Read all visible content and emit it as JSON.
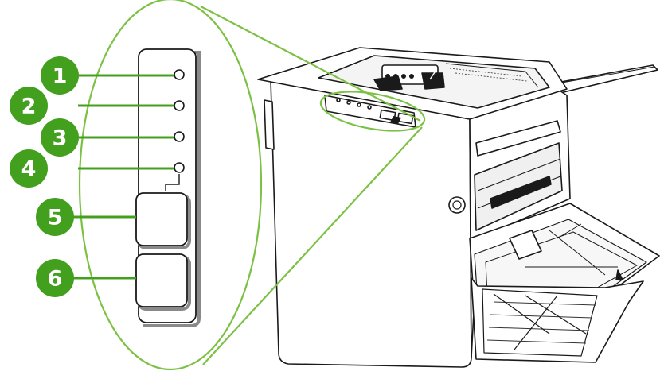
{
  "colors": {
    "callout_green": "#43a01f",
    "callout_text": "#ffffff",
    "outline": "#1a1a1a",
    "panel_fill": "#ffffff",
    "panel_shadow": "#8a8a8a",
    "zoom_ellipse": "#7cc144"
  },
  "callouts": [
    {
      "number": "1",
      "target": "light-1"
    },
    {
      "number": "2",
      "target": "light-2"
    },
    {
      "number": "3",
      "target": "light-3"
    },
    {
      "number": "4",
      "target": "light-4"
    },
    {
      "number": "5",
      "target": "button-upper"
    },
    {
      "number": "6",
      "target": "button-lower"
    }
  ]
}
